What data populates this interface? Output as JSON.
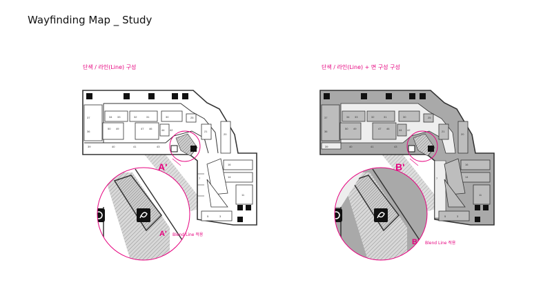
{
  "title": "Wayfinding Map _ Study",
  "left_panel": {
    "caption": "단색 / 라인(Line) 구성",
    "callout_tag": "A'",
    "legend_tag": "A'",
    "legend_text": "Blend Line 적용"
  },
  "right_panel": {
    "caption": "단색 / 라인(Line) + 면 구성 구성",
    "callout_tag": "B'",
    "legend_tag": "B'",
    "legend_text": "Blend Line 적용"
  },
  "colors": {
    "accent": "#e6007e",
    "line": "#333333",
    "fill_left": "#ffffff",
    "fill_right": "#a9a9a9",
    "hatch": "#9a9a9a"
  },
  "icons": [
    "restroom-icon",
    "escalator-icon",
    "service-icon",
    "lounge-icon"
  ]
}
